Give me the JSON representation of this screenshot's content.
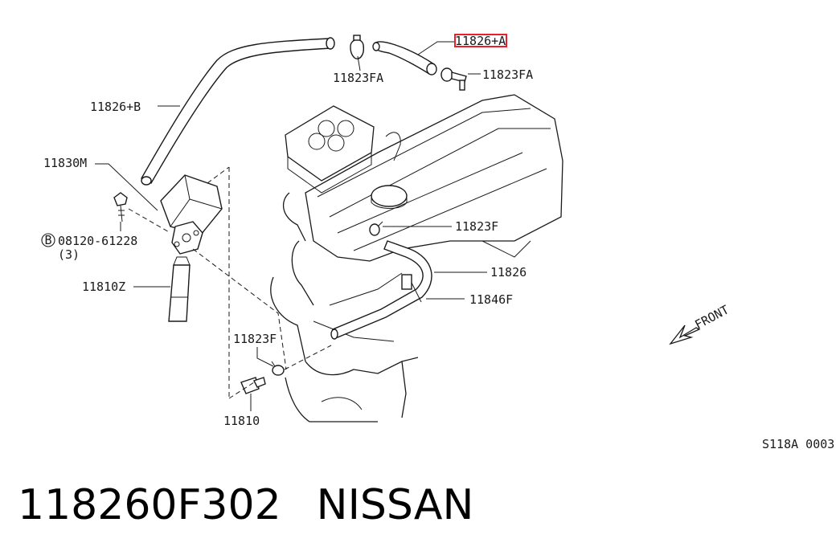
{
  "labels": {
    "top_hose": "11826+A",
    "clamp_top_left": "11823FA",
    "clamp_top_right": "11823FA",
    "hose_b": "11826+B",
    "cover": "11830M",
    "bolt_code": "08120-61228",
    "bolt_qty": "(3)",
    "bolt_circle": "B",
    "separator": "11810Z",
    "clamp_lower": "11823F",
    "clamp_mid": "11823F",
    "hose_main": "11826",
    "clip": "11846F",
    "valve": "11810",
    "front": "FRONT",
    "diagram_code": "S118A 0003"
  },
  "caption": {
    "part_number": "118260F302",
    "brand": "NISSAN"
  },
  "colors": {
    "highlight": "#e8202a",
    "ink": "#1a1a1a"
  }
}
